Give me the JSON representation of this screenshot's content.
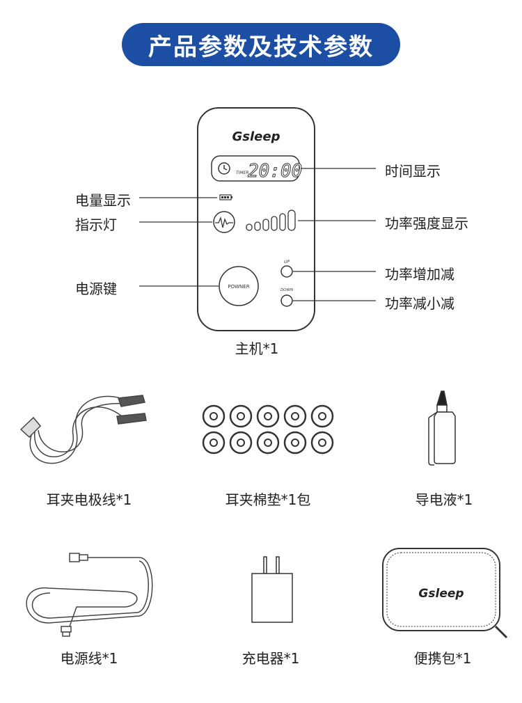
{
  "header": {
    "title": "产品参数及技术参数"
  },
  "device": {
    "brand": "Gsleep",
    "time_display": "20:00",
    "time_label": "TIMER",
    "power_label": "POWNER",
    "up_label": "UP",
    "down_label": "DOWN",
    "callouts": {
      "time": "时间显示",
      "battery": "电量显示",
      "indicator": "指示灯",
      "strength": "功率强度显示",
      "power_key": "电源键",
      "increase": "功率增加减",
      "decrease": "功率减小减"
    },
    "caption": "主机*1"
  },
  "accessories": [
    {
      "name": "耳夹电极线*1",
      "icon": "ear-clip-cable-icon"
    },
    {
      "name": "耳夹棉垫*1包",
      "icon": "cotton-pads-icon"
    },
    {
      "name": "导电液*1",
      "icon": "conductive-gel-bottle-icon"
    },
    {
      "name": "电源线*1",
      "icon": "usb-cable-icon"
    },
    {
      "name": "充电器*1",
      "icon": "charger-icon"
    },
    {
      "name": "便携包*1",
      "icon": "carry-case-icon"
    }
  ],
  "case_brand": "Gsleep",
  "colors": {
    "banner": "#1c4fa3",
    "text": "#222222",
    "line": "#333333"
  }
}
